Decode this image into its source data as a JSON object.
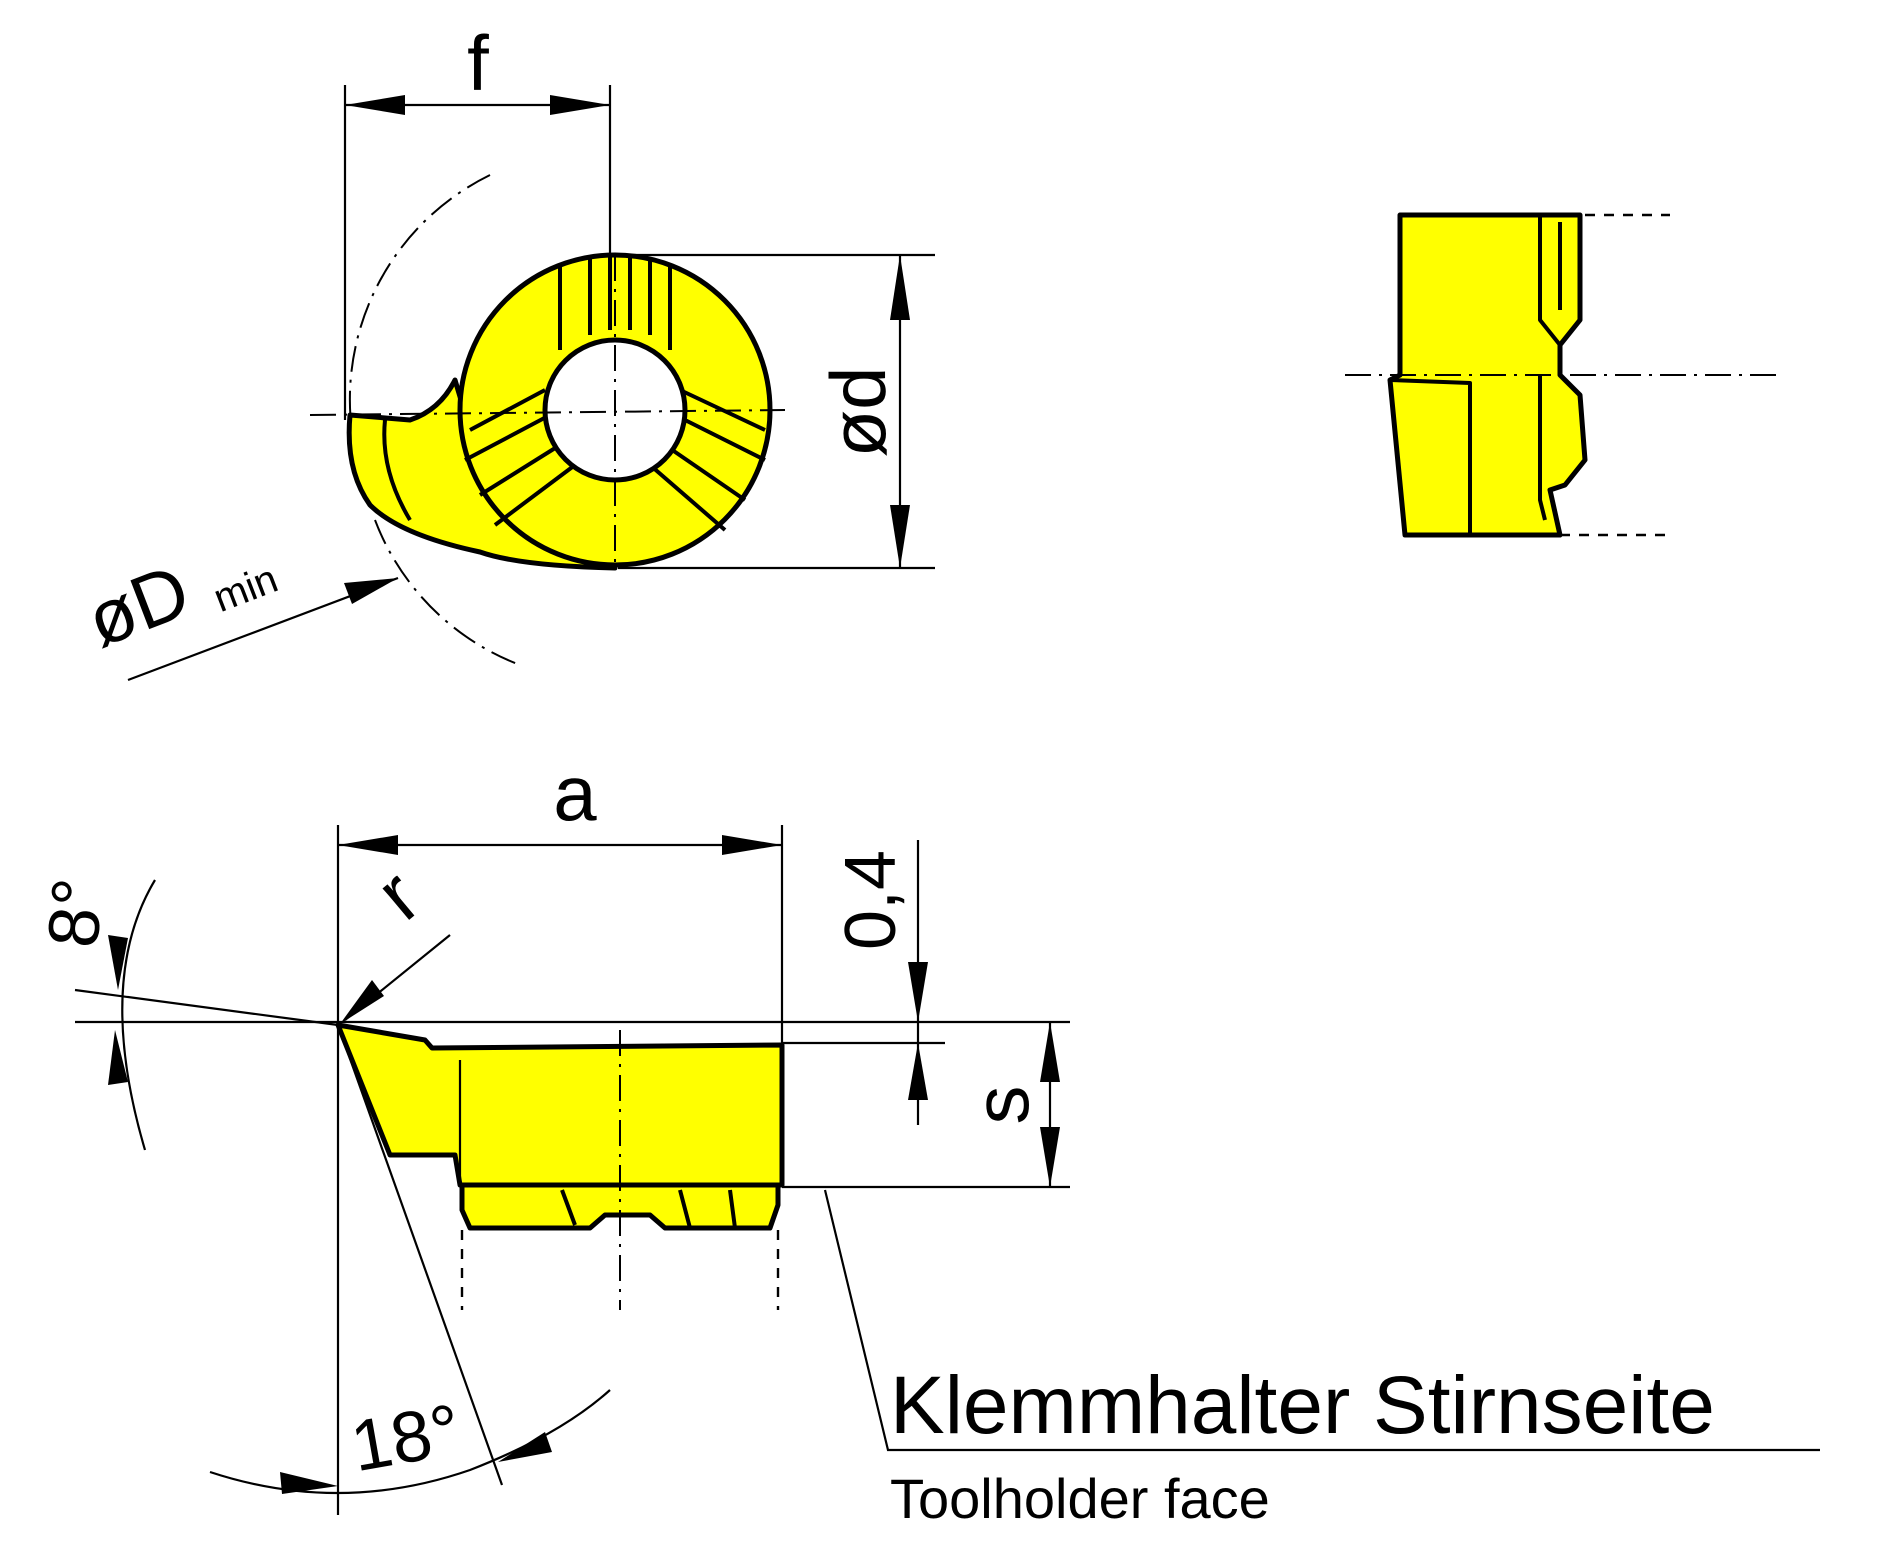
{
  "labels": {
    "f": "f",
    "d": "ød",
    "D_prefix": "øD",
    "D_sub": "min",
    "a": "a",
    "r": "r",
    "s": "s",
    "dim_04": "0,4",
    "angle_8": "8°",
    "angle_18": "18°"
  },
  "caption": {
    "german": "Klemmhalter Stirnseite",
    "english": "Toolholder face"
  },
  "colors": {
    "insert": "#ffff00",
    "line": "#000000"
  }
}
